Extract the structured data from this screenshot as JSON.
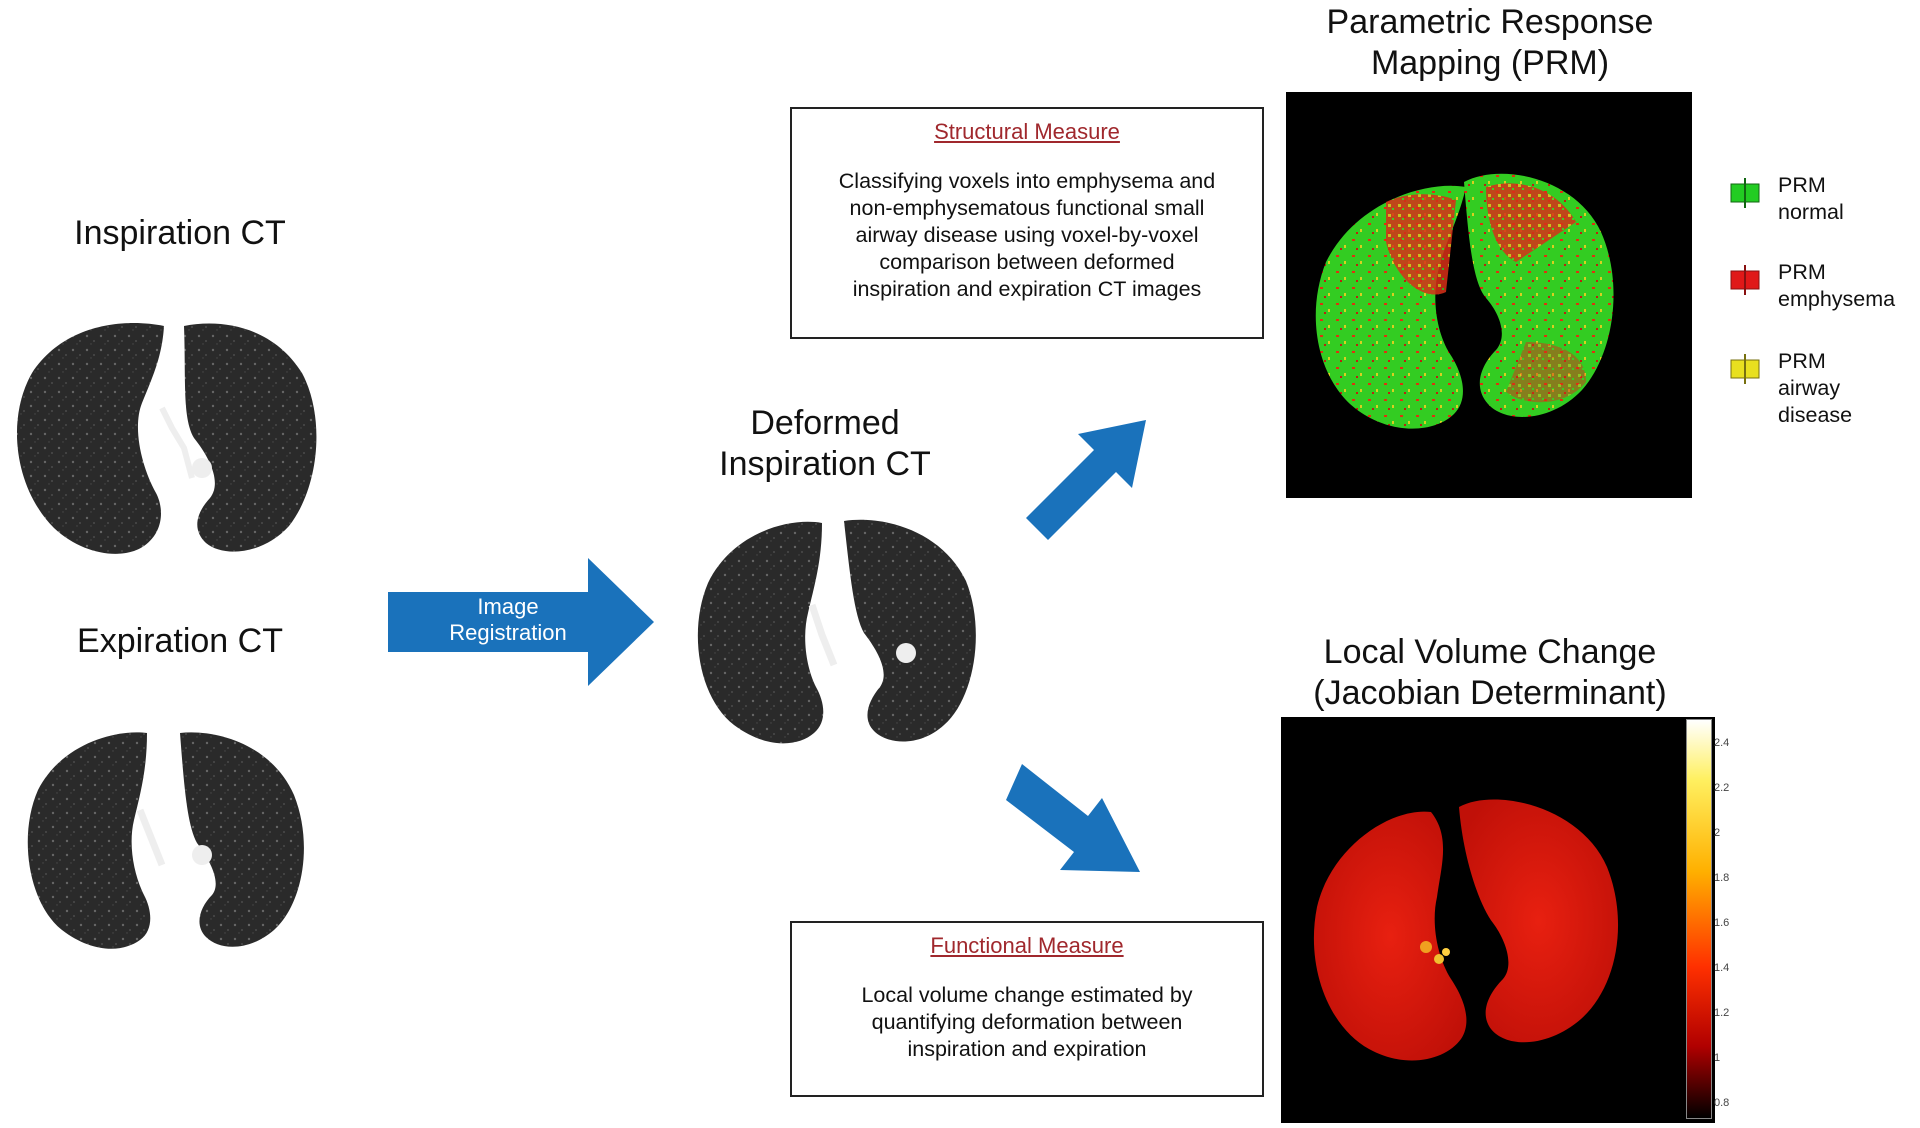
{
  "left": {
    "inspiration_title": "Inspiration CT",
    "expiration_title": "Expiration CT"
  },
  "registration_arrow": {
    "label_line1": "Image",
    "label_line2": "Registration",
    "color": "#1a72bb"
  },
  "deformed": {
    "title_line1": "Deformed",
    "title_line2": "Inspiration CT"
  },
  "structural_box": {
    "heading": "Structural Measure",
    "lines": [
      "Classifying voxels into emphysema and",
      "non-emphysematous functional small",
      "airway disease using voxel-by-voxel",
      "comparison between deformed",
      "inspiration and expiration CT images"
    ]
  },
  "functional_box": {
    "heading": "Functional Measure",
    "lines": [
      "Local volume change estimated by",
      "quantifying deformation between",
      "inspiration and expiration"
    ]
  },
  "prm": {
    "title_line1": "Parametric Response",
    "title_line2": "Mapping (PRM)",
    "legend": [
      {
        "line1": "PRM",
        "line2": "normal",
        "line3": "",
        "color": "#22cc22"
      },
      {
        "line1": "PRM",
        "line2": "emphysema",
        "line3": "",
        "color": "#e01818"
      },
      {
        "line1": "PRM",
        "line2": "airway",
        "line3": "disease",
        "color": "#e8e020"
      }
    ]
  },
  "jacobian": {
    "title_line1": "Local Volume Change",
    "title_line2": "(Jacobian Determinant)",
    "colorbar_ticks": [
      "2.4",
      "2.2",
      "2",
      "1.8",
      "1.6",
      "1.4",
      "1.2",
      "1",
      "0.8"
    ]
  }
}
